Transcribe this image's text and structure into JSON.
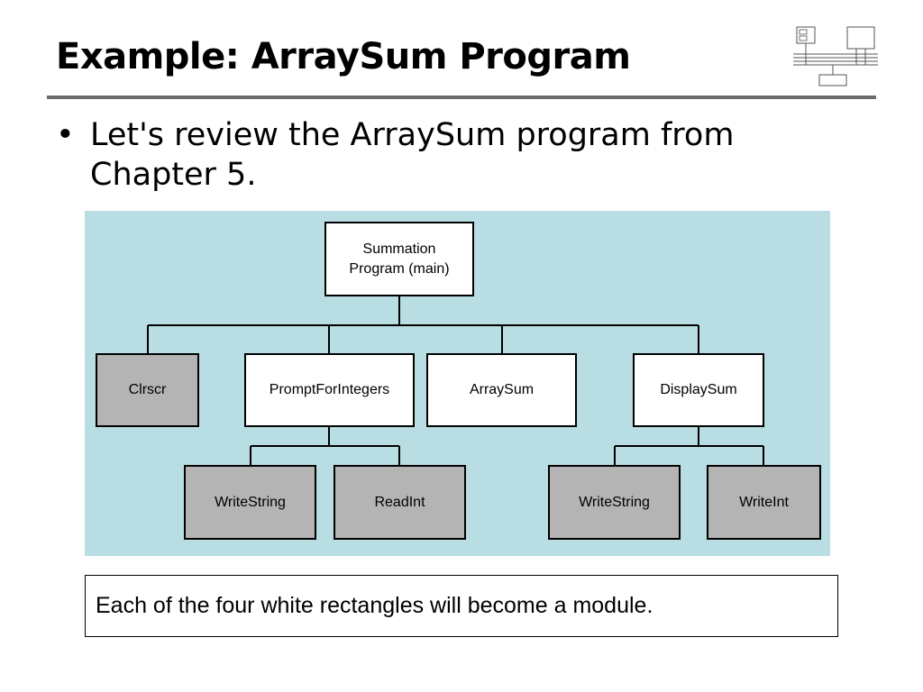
{
  "slide": {
    "title": "Example: ArraySum Program",
    "bullets": [
      "Let's review the ArraySum program from Chapter 5."
    ],
    "note": "Each of the four white rectangles will become a module."
  },
  "diagram": {
    "nodes": {
      "main": "Summation\nProgram (main)",
      "clrscr": "Clrscr",
      "prompt": "PromptForIntegers",
      "arraysum": "ArraySum",
      "displaysum": "DisplaySum",
      "writestring1": "WriteString",
      "readint": "ReadInt",
      "writestring2": "WriteString",
      "writeint": "WriteInt"
    },
    "node_kinds": {
      "white": [
        "main",
        "prompt",
        "arraysum",
        "displaysum"
      ],
      "gray": [
        "clrscr",
        "writestring1",
        "readint",
        "writestring2",
        "writeint"
      ]
    },
    "edges": [
      [
        "main",
        "clrscr"
      ],
      [
        "main",
        "prompt"
      ],
      [
        "main",
        "arraysum"
      ],
      [
        "main",
        "displaysum"
      ],
      [
        "prompt",
        "writestring1"
      ],
      [
        "prompt",
        "readint"
      ],
      [
        "displaysum",
        "writestring2"
      ],
      [
        "displaysum",
        "writeint"
      ]
    ],
    "colors": {
      "background": "#b8dde2",
      "module": "#ffffff",
      "library": "#b4b4b4"
    }
  }
}
